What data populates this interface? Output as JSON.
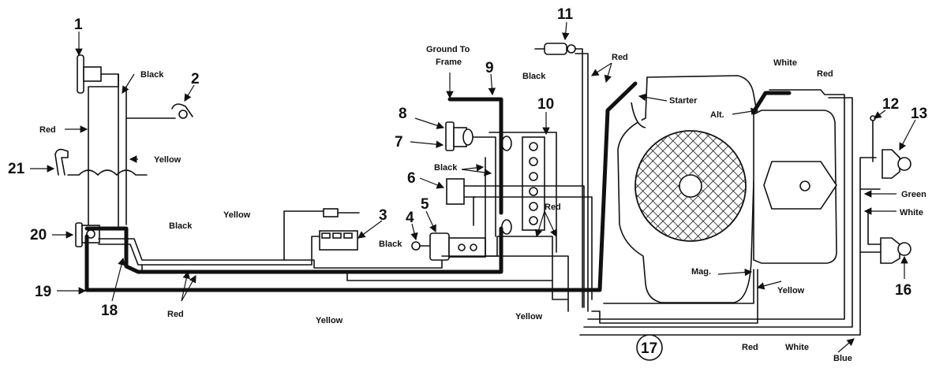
{
  "callouts": {
    "n1": "1",
    "n2": "2",
    "n3": "3",
    "n4": "4",
    "n5": "5",
    "n6": "6",
    "n7": "7",
    "n8": "8",
    "n9": "9",
    "n10": "10",
    "n11": "11",
    "n12": "12",
    "n13": "13",
    "n16": "16",
    "n17": "17",
    "n18": "18",
    "n19": "19",
    "n20": "20",
    "n21": "21"
  },
  "labels": {
    "black_top": "Black",
    "red_left": "Red",
    "yellow_left": "Yellow",
    "black_mid": "Black",
    "yellow_mid": "Yellow",
    "black_center": "Black",
    "red_bottom_left": "Red",
    "yellow_bottom_mid": "Yellow",
    "ground_line1": "Ground To",
    "ground_line2": "Frame",
    "black_9": "Black",
    "black_6": "Black",
    "red_center": "Red",
    "yellow_bottom_center": "Yellow",
    "red_11": "Red",
    "white_top": "White",
    "red_top_right": "Red",
    "starter": "Starter",
    "alt": "Alt.",
    "green": "Green",
    "white_right": "White",
    "mag": "Mag.",
    "yellow_engine": "Yellow",
    "red_bottom_right": "Red",
    "white_bottom_right": "White",
    "blue": "Blue"
  }
}
